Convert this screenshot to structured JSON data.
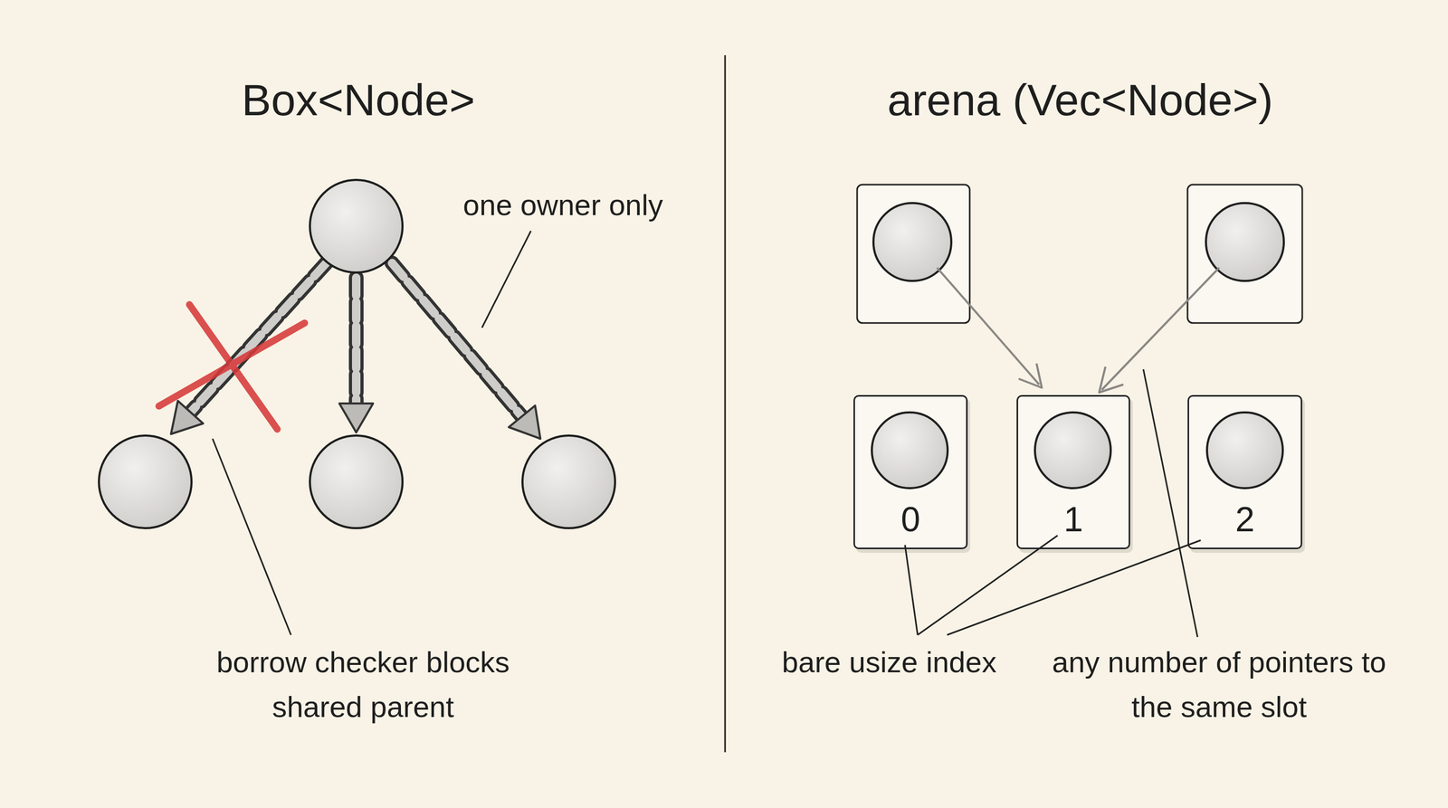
{
  "diagram": {
    "nodes": [
      {
        "text": [
          "0"
        ]
      },
      {
        "text": [
          "1"
        ]
      },
      {
        "text": [
          "2"
        ]
      }
    ],
    "labels": [
      "Box<Node>",
      "arena (Vec<Node>)",
      "one owner only",
      "borrow checker blocks shared parent",
      "bare usize index",
      "any number of pointers to the same slot"
    ]
  }
}
